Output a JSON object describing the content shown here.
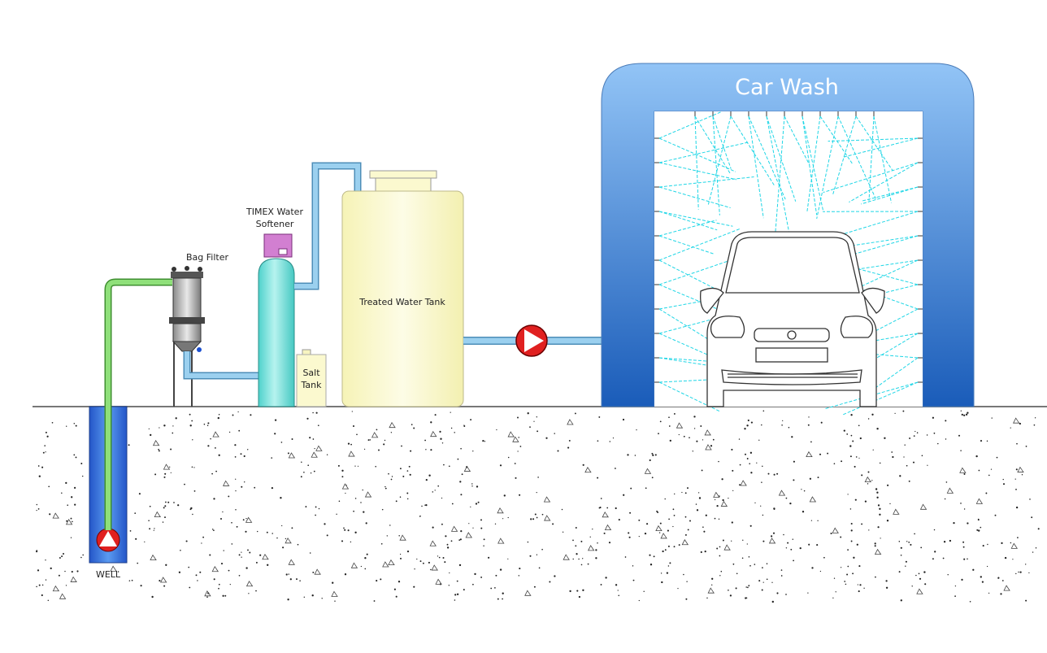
{
  "labels": {
    "car_wash": "Car Wash",
    "softener_line1": "TIMEX Water",
    "softener_line2": "Softener",
    "bag_filter": "Bag Filter",
    "treated_tank": "Treated Water Tank",
    "salt_line1": "Salt",
    "salt_line2": "Tank",
    "well": "WELL"
  },
  "colors": {
    "well_water": "#2e64d6",
    "raw_pipe": "#7dd36a",
    "treated_pipe": "#8cc6ea",
    "softener": "#7fe3df",
    "softener_head": "#d27fd1",
    "tank": "#fbf9cf",
    "arch_light": "#8bbdf3",
    "arch_dark": "#1c5fbd",
    "spray": "#1fd6e6",
    "pump": "#e02020"
  },
  "icons": {
    "well_pump": "pump-triangle-icon",
    "transfer_pump": "pump-triangle-icon",
    "vehicle": "car-icon"
  }
}
